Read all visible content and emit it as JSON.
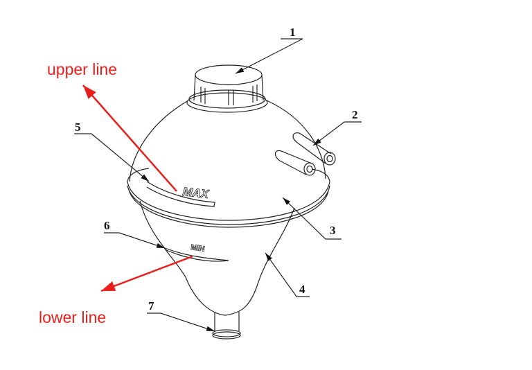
{
  "diagram": {
    "part_numbers": [
      "1",
      "2",
      "3",
      "4",
      "5",
      "6",
      "7"
    ],
    "embossed_labels": {
      "max": "MAX",
      "min": "MIN"
    },
    "annotations": {
      "upper": "upper line",
      "lower": "lower line"
    },
    "colors": {
      "annotation": "#e8201c",
      "drawing": "#222222"
    }
  }
}
